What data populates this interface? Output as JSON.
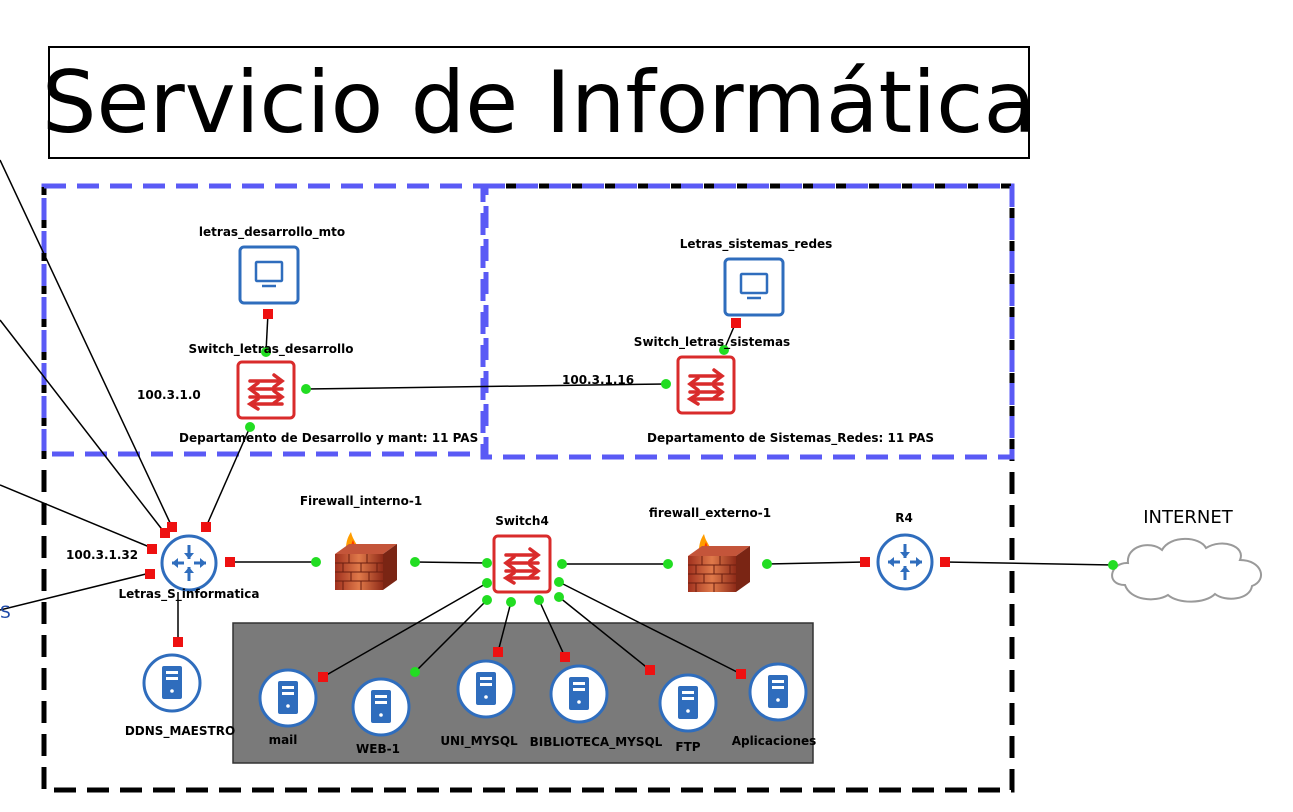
{
  "title": "Servicio de Informática",
  "colors": {
    "zone_blue": "#5a5af5",
    "device_blue": "#2f6dbd",
    "switch_red": "#d92b2b",
    "port_up": "#22dd22",
    "port_down": "#ee1111",
    "server_area": "#7a7a7a"
  },
  "zones": {
    "desarrollo_label": "Departamento de Desarrollo y mant: 11 PAS",
    "sistemas_label": "Departamento de Sistemas_Redes: 11 PAS"
  },
  "networks": {
    "net_desarrollo": "100.3.1.0",
    "net_sistemas": "100.3.1.16",
    "net_router": "100.3.1.32"
  },
  "devices": {
    "pc_desarrollo": "letras_desarrollo_mto",
    "pc_sistemas": "Letras_sistemas_redes",
    "sw_desarrollo": "Switch_letras_desarrollo",
    "sw_sistemas": "Switch_letras_sistemas",
    "router_main": "Letras_S_informatica",
    "fw_interno": "Firewall_interno-1",
    "switch4": "Switch4",
    "fw_externo": "firewall_externo-1",
    "r4": "R4",
    "internet": "INTERNET",
    "ddns": "DDNS_MAESTRO",
    "srv_mail": "mail",
    "srv_web": "WEB-1",
    "srv_uni": "UNI_MYSQL",
    "srv_biblio": "BIBLIOTECA_MYSQL",
    "srv_ftp": "FTP",
    "srv_apps": "Aplicaciones"
  },
  "partial_left_label": "S"
}
